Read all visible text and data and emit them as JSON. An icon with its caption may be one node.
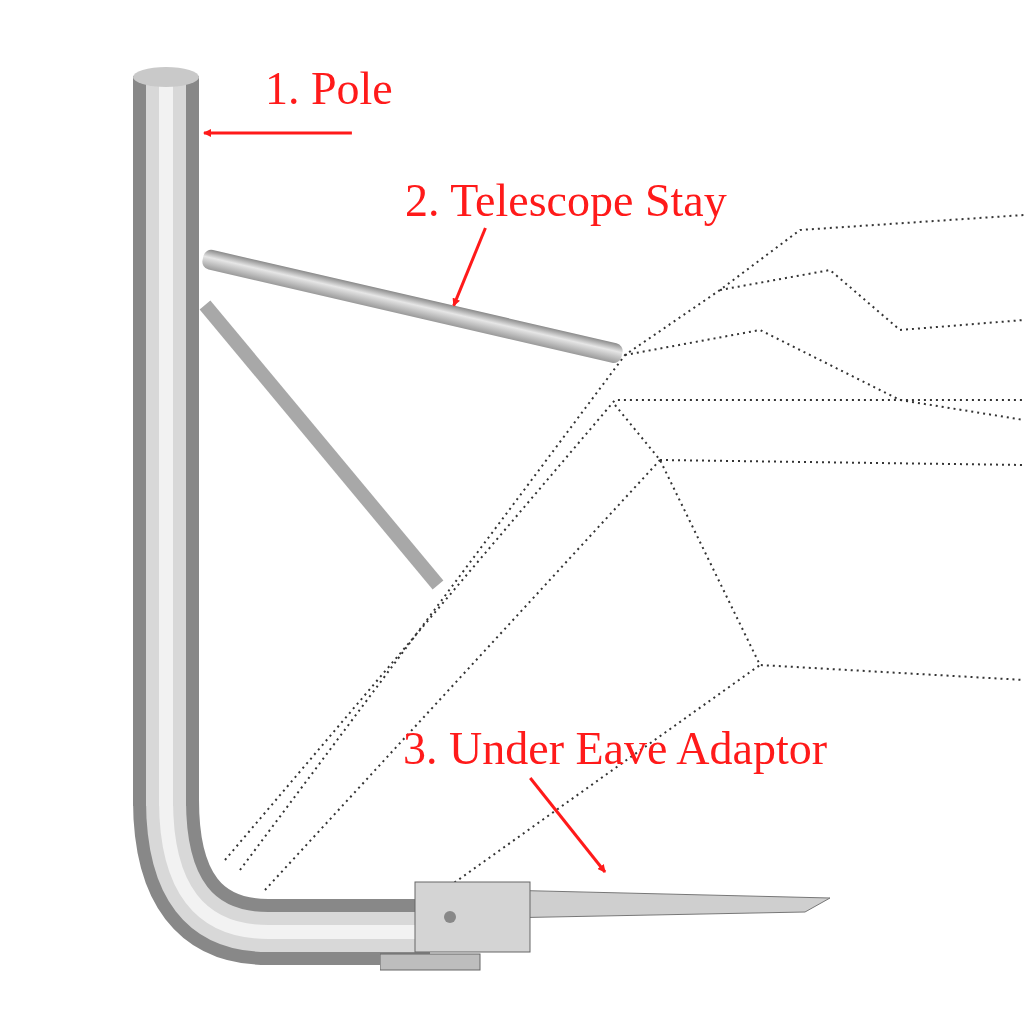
{
  "diagram": {
    "nodes": [
      {
        "text": [
          "1. Pole"
        ]
      },
      {
        "text": [
          "2. Telescope Stay"
        ]
      },
      {
        "text": [
          "3. Under Eave Adaptor"
        ]
      },
      {
        "text": [],
        "shape": "picture"
      },
      {
        "text": [],
        "shape": "bar"
      },
      {
        "text": [],
        "shape": "picture"
      }
    ],
    "edges": [
      {
        "from": 0,
        "to": 3,
        "arrow": "to",
        "color": "#ff1a1a"
      },
      {
        "from": 1,
        "to": 4,
        "arrow": "to",
        "color": "#ff1a1a"
      },
      {
        "from": 2,
        "to": 5,
        "arrow": "to",
        "color": "#ff1a1a"
      }
    ]
  }
}
